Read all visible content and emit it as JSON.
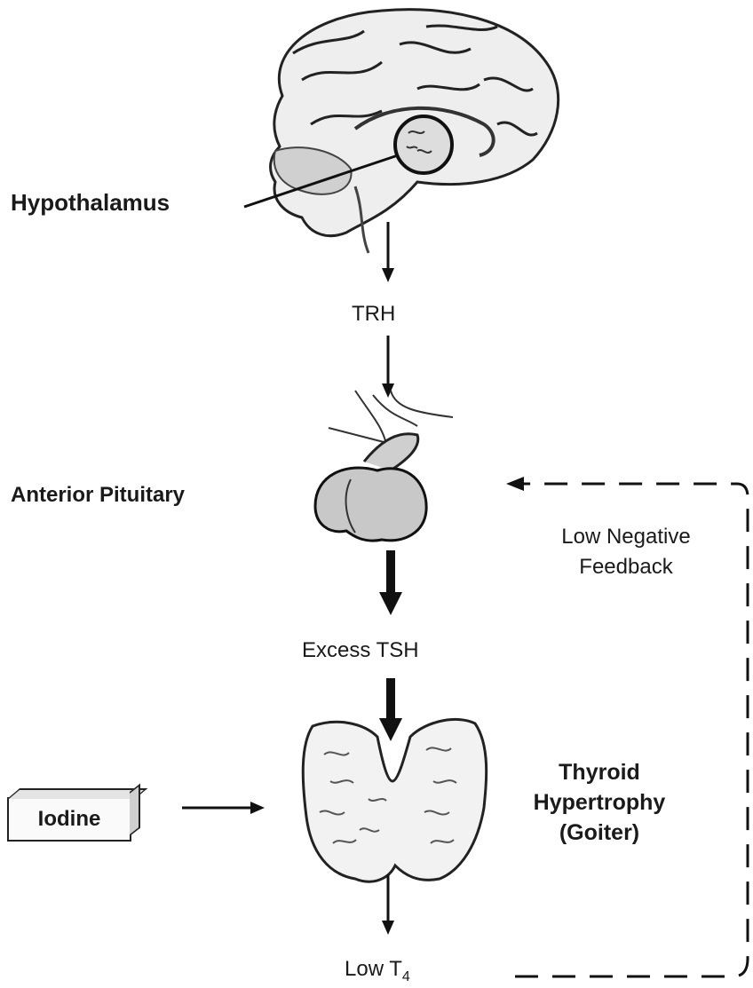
{
  "labels": {
    "hypothalamus": "Hypothalamus",
    "trh": "TRH",
    "anterior_pituitary": "Anterior Pituitary",
    "feedback_line1": "Low Negative",
    "feedback_line2": "Feedback",
    "excess_tsh": "Excess TSH",
    "iodine": "Iodine",
    "thyroid_line1": "Thyroid",
    "thyroid_line2": "Hypertrophy",
    "thyroid_line3": "(Goiter)",
    "low_t4_base": "Low T",
    "low_t4_sub": "4"
  },
  "icons": {
    "brain": "brain-icon",
    "pituitary": "pituitary-gland-icon",
    "thyroid": "thyroid-gland-icon"
  }
}
